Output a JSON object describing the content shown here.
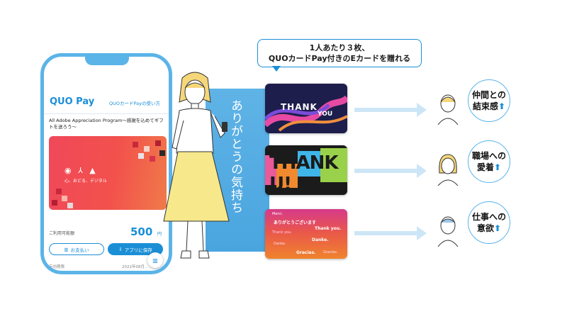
{
  "phone": {
    "app_name": "QUO Pay",
    "howto_link": "QUOカードPayの使い方",
    "program_title": "All Adobe Appreciation Program～感謝を込めてギフトを送ろう～",
    "card_tagline": "心、おどる、デジタル",
    "available_label": "ご利用可能額",
    "amount": "500",
    "yen": "円",
    "pay_button": "お支払い",
    "app_button": "アプリに保存",
    "expiry_label": "有効期限",
    "expiry_date": "2022年08月..."
  },
  "band_text": "ありがとうの気持ち",
  "bubble": {
    "line1": "1人あたり３枚、",
    "line2": "QUOカードPay付きのEカードを贈れる"
  },
  "cards": [
    {
      "text1": "THANK",
      "text2": "YOU"
    },
    {
      "text": "THANK U!"
    },
    {
      "lines": [
        "Merci.",
        "ありがとうございます",
        "Thank you.",
        "Thank you.",
        "Danke.",
        "Danke.",
        "Gracias.",
        "Gracias."
      ]
    }
  ],
  "outcomes": [
    {
      "line1": "仲間との",
      "line2": "結束感",
      "arrow": "⬆"
    },
    {
      "line1": "職場への",
      "line2": "愛着",
      "arrow": "⬆"
    },
    {
      "line1": "仕事への",
      "line2": "意欲",
      "arrow": "⬆"
    }
  ],
  "colors": {
    "accent": "#1b8fd6",
    "band": "#5fb3e6",
    "card": "#f0485a"
  }
}
